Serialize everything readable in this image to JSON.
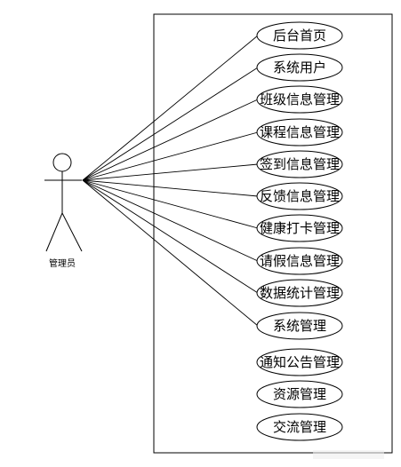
{
  "actor": {
    "label": "管理员"
  },
  "use_cases": [
    {
      "label": "后台首页",
      "linked": true
    },
    {
      "label": "系统用户",
      "linked": true
    },
    {
      "label": "班级信息管理",
      "linked": true
    },
    {
      "label": "课程信息管理",
      "linked": true
    },
    {
      "label": "签到信息管理",
      "linked": true
    },
    {
      "label": "反馈信息管理",
      "linked": true
    },
    {
      "label": "健康打卡管理",
      "linked": true
    },
    {
      "label": "请假信息管理",
      "linked": true
    },
    {
      "label": "数据统计管理",
      "linked": true
    },
    {
      "label": "系统管理",
      "linked": true
    },
    {
      "label": "通知公告管理",
      "linked": false
    },
    {
      "label": "资源管理",
      "linked": false
    },
    {
      "label": "交流管理",
      "linked": false
    }
  ]
}
